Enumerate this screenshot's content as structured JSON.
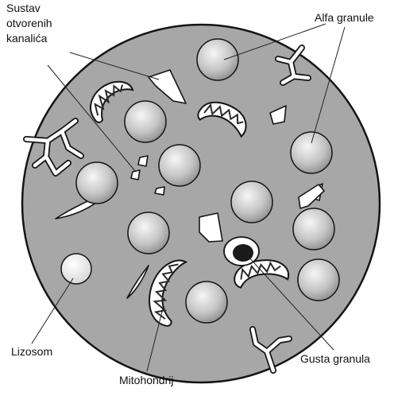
{
  "labels": {
    "open_canal_system": [
      "Sustav",
      "otvorenih",
      "kanalića"
    ],
    "alpha_granules": "Alfa granule",
    "lysosome": "Lizosom",
    "dense_granule": "Gusta granula",
    "mitochondrion": "Mitohondrij"
  },
  "colors": {
    "cytoplasm": "#a7a7a7",
    "outline": "#151515",
    "granule_light": "#f6f6f6",
    "granule_dark": "#8d8d8d",
    "dense_core": "#1a1a1a",
    "background": "#ffffff"
  }
}
